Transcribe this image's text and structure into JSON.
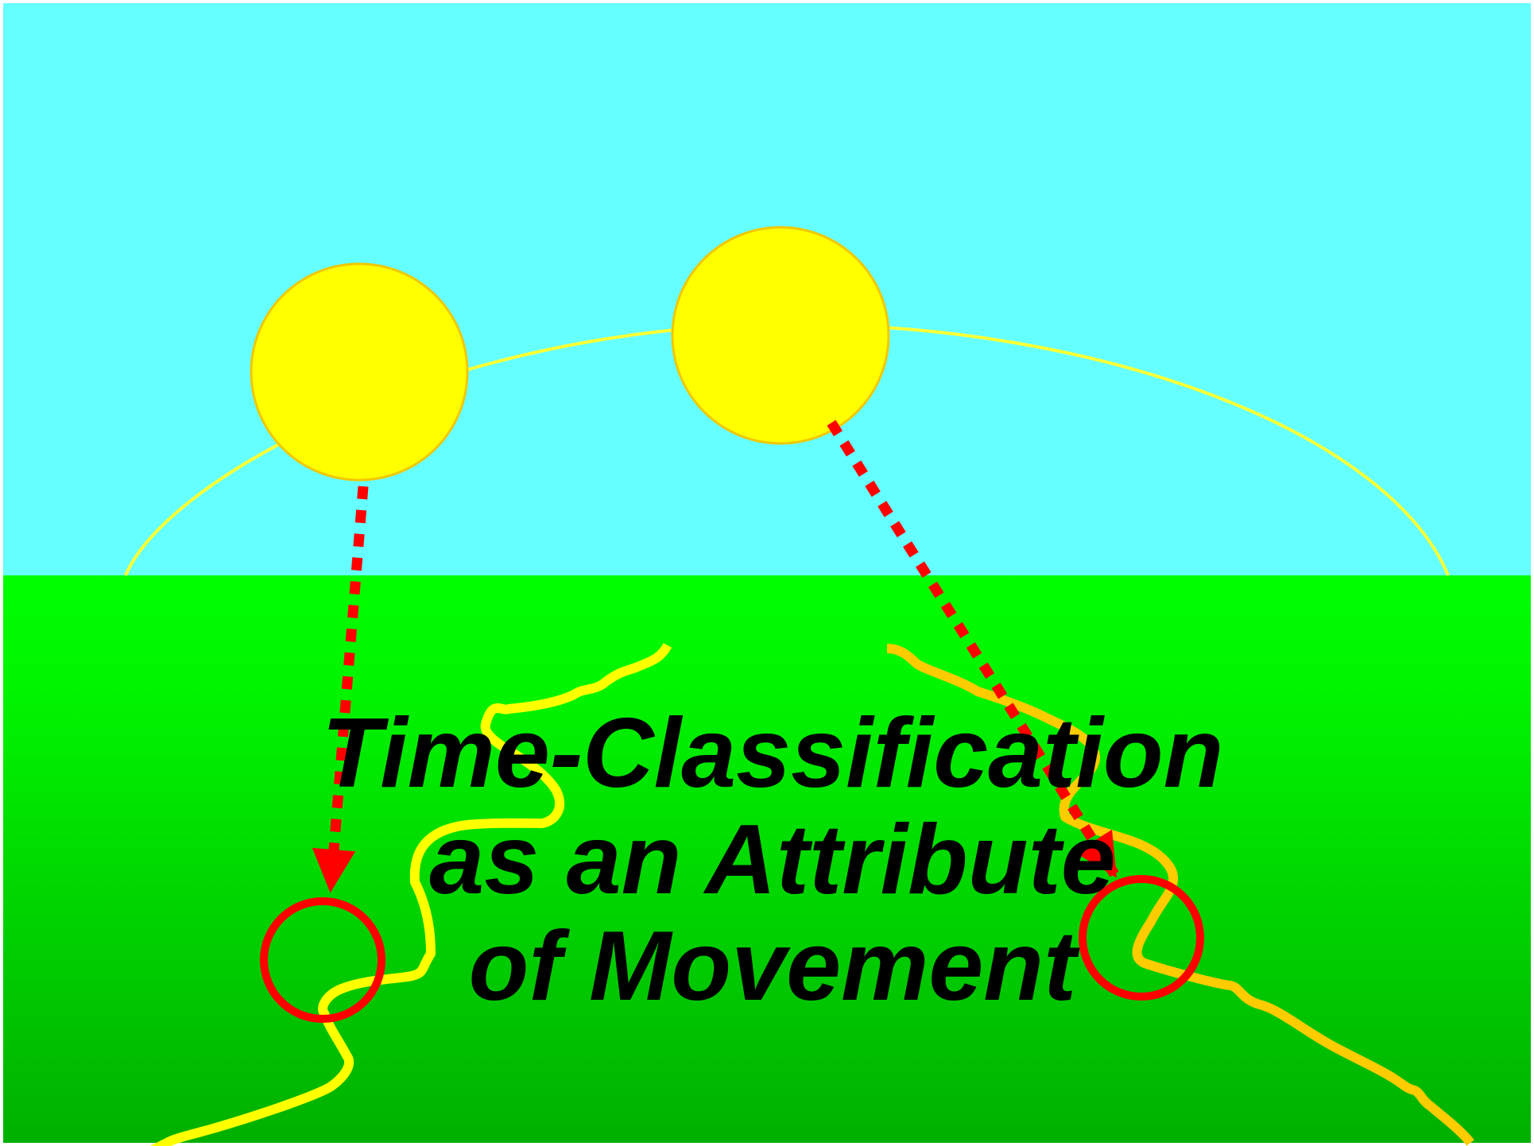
{
  "title": {
    "lines": [
      "Time-Classification",
      "as an Attribute",
      "of Movement"
    ]
  },
  "colors": {
    "sky": "#66ffff",
    "ground_top": "#00ff00",
    "ground_bottom": "#00b000",
    "sun": "#ffff00",
    "sun_outline": "#f0c800",
    "arc": "#ffff33",
    "path_left": "#ffff00",
    "path_right": "#ffcc00",
    "arrow": "#ff0000",
    "text": "#000000"
  },
  "icons": {
    "sun_left": "sun-icon",
    "sun_right": "sun-icon",
    "marker_left": "circle-marker-icon",
    "marker_right": "circle-marker-icon"
  }
}
